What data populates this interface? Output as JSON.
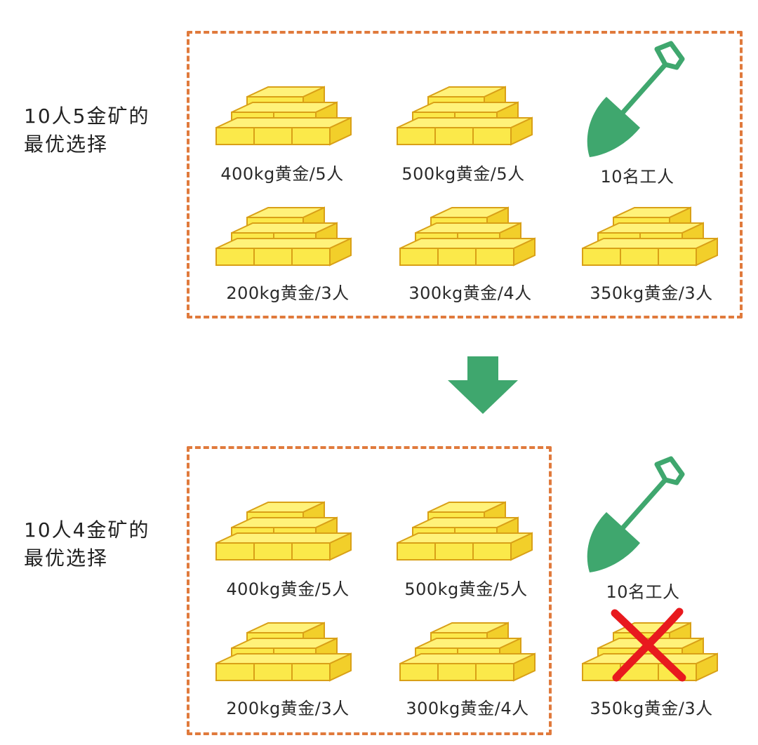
{
  "colors": {
    "frame": "#e07a3c",
    "gold_fill": "#fbe94a",
    "gold_stroke": "#d9a017",
    "shovel": "#3fa76e",
    "arrow": "#3fa76e",
    "cross": "#e8191e"
  },
  "top": {
    "label_line1": "10人5金矿的",
    "label_line2": "最优选择",
    "mines": [
      {
        "caption": "400kg黄金/5人"
      },
      {
        "caption": "500kg黄金/5人"
      },
      {
        "caption": "200kg黄金/3人"
      },
      {
        "caption": "300kg黄金/4人"
      },
      {
        "caption": "350kg黄金/3人"
      }
    ],
    "workers": "10名工人"
  },
  "arrow_icon": "down-arrow-icon",
  "bottom": {
    "label_line1": "10人4金矿的",
    "label_line2": "最优选择",
    "mines": [
      {
        "caption": "400kg黄金/5人"
      },
      {
        "caption": "500kg黄金/5人"
      },
      {
        "caption": "200kg黄金/3人"
      },
      {
        "caption": "300kg黄金/4人"
      }
    ],
    "workers": "10名工人",
    "excluded": {
      "caption": "350kg黄金/3人",
      "icon": "cross-icon"
    }
  }
}
